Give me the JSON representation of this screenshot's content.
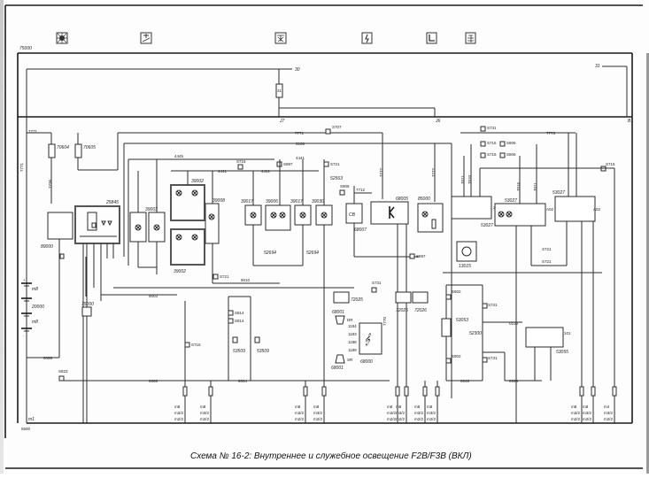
{
  "caption": "Схема № 16-2: Внутреннее и служебное освещение F2B/F3B (ВКЛ)",
  "top_icons": [
    {
      "name": "interior-light-icon"
    },
    {
      "name": "courtesy-light-icon"
    },
    {
      "name": "dome-light-icon"
    },
    {
      "name": "fuse-icon"
    },
    {
      "name": "door-light-icon"
    },
    {
      "name": "service-light-icon"
    }
  ],
  "frame_label": "75000",
  "bus": {
    "plus30": "30",
    "plus31": "31",
    "fuse": "31",
    "node_left": "J7",
    "node_right": "J6",
    "node_far_right": "B1"
  },
  "wires": {
    "w7771": "7771",
    "w7771b": "7771",
    "w0108": "0108",
    "w4445": "4445",
    "w4441a": "4441",
    "w4441b": "4441",
    "w4441c": "4441",
    "w7712": "7712",
    "w7772a": "7772",
    "w7772b": "7772",
    "w7736": "7736",
    "w9010": "9010",
    "w9003": "9003",
    "w0066": "0066",
    "w0066a": "0066",
    "w9064": "9064",
    "w0046": "0046",
    "w0096": "0096",
    "w0109": "0109",
    "w7773": "7773",
    "w7011": "7011",
    "w7010": "7010",
    "w7016": "7016",
    "w7011b": "7011",
    "w7018": "7018"
  },
  "components": {
    "c70604": "70604",
    "c70605": "70605",
    "c89000": "89000",
    "c25845": "25845",
    "c39003a": "39003",
    "c39003b": "39003",
    "c39002a": "39002",
    "c39002b": "39002",
    "c39008": "39008",
    "c39017a": "39017",
    "c39006": "39006",
    "c39017b": "39017",
    "c39030": "39030",
    "c52694a": "52694",
    "c52694b": "52694",
    "c52563": "52563",
    "c68007": "68007",
    "cCB": "CB",
    "c68005": "68005",
    "c85000": "85000",
    "c53027a": "53027",
    "c53027b": "53027",
    "c53027c": "53027",
    "c13015": "13015",
    "c75000": "75000",
    "c20000": "20000",
    "c72025a": "72025",
    "c72025b": "72025",
    "c72026": "72026",
    "c68001a": "68001",
    "c68001b": "68001",
    "c68000": "68000",
    "c53509a": "53509",
    "c53509b": "53509",
    "c53053": "53053",
    "c52300": "52300",
    "c53055": "53055"
  },
  "connectors": {
    "s707": "S707",
    "s715": "S715",
    "s716": "S716",
    "s806a": "S806",
    "s806b": "S806",
    "s721a": "S721",
    "s721b": "S721",
    "s721c": "S721",
    "s721d": "S721",
    "s721e": "S721",
    "s897": "S897",
    "s897b": "S897",
    "s907": "S907",
    "s715b": "S715",
    "s601": "S601",
    "s814a": "S814",
    "s814b": "S814",
    "s905": "S905",
    "s902a": "S902",
    "s902b": "S902",
    "s731a": "S731",
    "s731b": "S731",
    "s731c": "S731",
    "s731d": "S731",
    "s715c": "S715",
    "s823": "S823"
  },
  "ground": {
    "m1": "m1",
    "m8": "m8",
    "m32": "m3/2",
    "m22": "m2/2",
    "m4": "m4",
    "label": "5500",
    "g9000": "9000",
    "g6000": "6000"
  },
  "speaker": {
    "dr": "DR",
    "sr": "SR",
    "p1184": "1184",
    "p1183": "1183",
    "p1188": "1188",
    "p1189": "1189"
  },
  "misc": {
    "ab2": "A02",
    "p205": "205",
    "p101": "101",
    "plus": "+",
    "minus": "-",
    "w7770": "7770"
  }
}
